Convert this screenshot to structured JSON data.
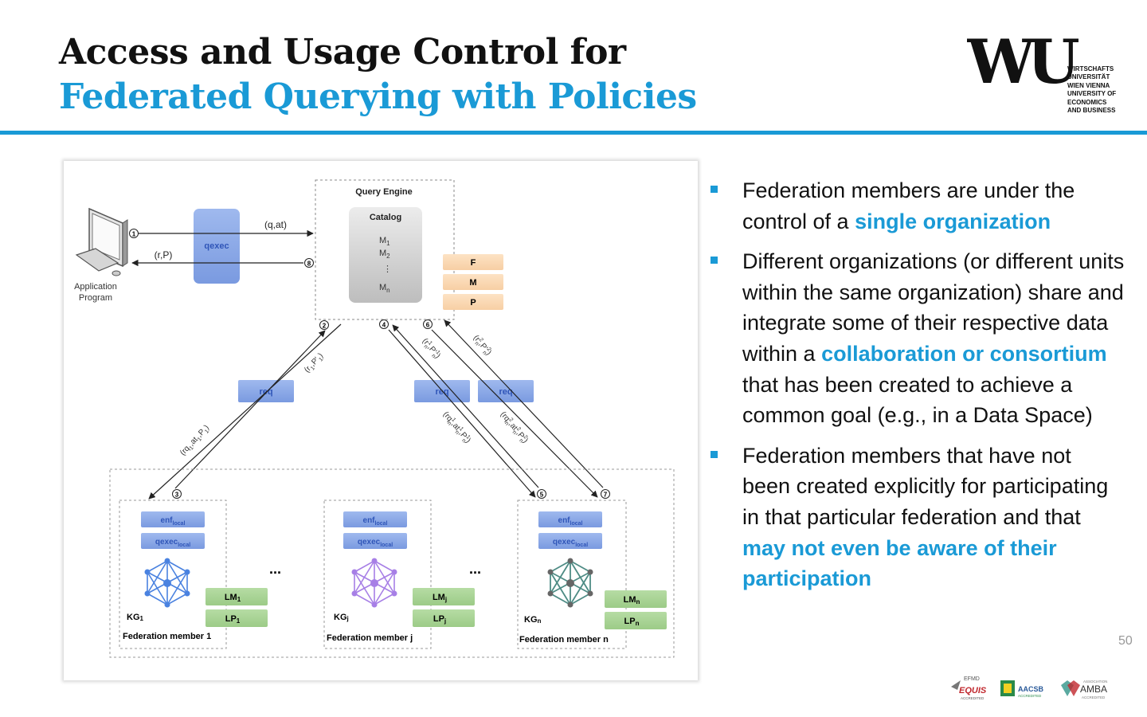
{
  "slide": {
    "title_line1": "Access and Usage Control for",
    "title_line2": "Federated Querying with Policies",
    "page_number": "50",
    "accent_color": "#1a9ad6"
  },
  "logo": {
    "mark": "WU",
    "text_lines": [
      "WIRTSCHAFTS",
      "UNIVERSITÄT",
      "WIEN VIENNA",
      "UNIVERSITY OF",
      "ECONOMICS",
      "AND BUSINESS"
    ]
  },
  "accreditations": [
    "EFMD",
    "EQUIS",
    "ACCREDITED",
    "AACSB",
    "ACCREDITED",
    "ASSOCIATION",
    "AMBA",
    "ACCREDITED"
  ],
  "bullets": [
    {
      "text_before": "Federation members are under the control of a ",
      "highlight": "single organization",
      "text_after": ""
    },
    {
      "text_before": "Different organizations (or different units within the same organization) share and integrate some of their respective data within a ",
      "highlight": "collaboration or consortium",
      "text_after": " that has been created to achieve a common goal (e.g., in a Data Space)"
    },
    {
      "text_before": "Federation members that have not been created explicitly for participating in that particular federation and that ",
      "highlight": "may not even be aware of their participation",
      "text_after": ""
    }
  ],
  "diagram": {
    "app_label_1": "Application",
    "app_label_2": "Program",
    "qexec": "qexec",
    "query_engine": "Query Engine",
    "catalog": "Catalog",
    "catalog_m": "M",
    "catalog_sub": [
      "1",
      "2",
      "n"
    ],
    "catalog_vdots": "⋮",
    "policy_boxes": [
      "F",
      "M",
      "P"
    ],
    "req": "req",
    "msg_q_at": "(q,at)",
    "msg_r_p": "(r,P)",
    "step_numbers": [
      "1",
      "2",
      "3",
      "4",
      "5",
      "6",
      "7",
      "8"
    ],
    "arrow_labels": {
      "r1": {
        "base": "(r",
        "sub1": "1",
        "mid": ",P'",
        "sub2": "1",
        "end": ")"
      },
      "rq1": {
        "base": "(rq",
        "sub1": "1",
        "mid1": ",at",
        "sub2": "1",
        "mid2": ",P",
        "sub3": "1",
        "end": ")"
      },
      "rn1": {
        "base": "(r",
        "sup": "1",
        "sub": "n",
        "mid": ",P'",
        "sup2": "1",
        "sub2": "n",
        "end": ")"
      },
      "rqn1": {
        "base": "(rq",
        "sup": "1",
        "sub": "n",
        "mid1": ",at",
        "sup2": "1",
        "sub2": "n",
        "mid2": ",P",
        "sup3": "1",
        "sub3": "n",
        "end": ")"
      },
      "rn2": {
        "base": "(r",
        "sup": "2",
        "sub": "n",
        "mid": ",P'",
        "sup2": "2",
        "sub2": "n",
        "end": ")"
      },
      "rqn2": {
        "base": "(rq",
        "sup": "2",
        "sub": "n",
        "mid1": ",at",
        "sup2": "2",
        "sub2": "n",
        "mid2": ",P",
        "sup3": "2",
        "sub3": "n",
        "end": ")"
      }
    },
    "enf": "enf",
    "qexec_local": "qexec",
    "local_sub": "local",
    "ellipsis": "...",
    "members": [
      {
        "kg": "KG",
        "kg_sub": "1",
        "lm": "LM",
        "lp": "LP",
        "lsub": "1",
        "label": "Federation member 1",
        "color": "#4a82e0"
      },
      {
        "kg": "KG",
        "kg_sub": "j",
        "lm": "LM",
        "lp": "LP",
        "lsub": "j",
        "label": "Federation member j",
        "color": "#a77fe6"
      },
      {
        "kg": "KG",
        "kg_sub": "n",
        "lm": "LM",
        "lp": "LP",
        "lsub": "n",
        "label": "Federation member n",
        "color": "#4e8c85"
      }
    ]
  }
}
